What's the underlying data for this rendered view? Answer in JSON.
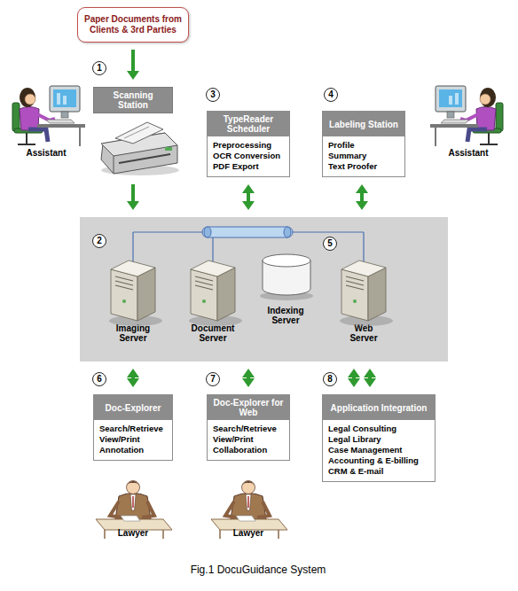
{
  "diagram": {
    "caption": "Fig.1 DocuGuidance System",
    "nodes": [
      {
        "text": [
          "Paper Documents from Clients & 3rd Parties"
        ]
      },
      {
        "text": [
          "Scanning Station"
        ]
      },
      {
        "text": [
          "TypeReader Scheduler",
          "Preprocessing",
          "OCR Conversion",
          "PDF Export"
        ]
      },
      {
        "text": [
          "Labeling Station",
          "Profile",
          "Summary",
          "Text Proofer"
        ]
      },
      {
        "text": [
          "2",
          "5"
        ]
      },
      {
        "text": [
          "Imaging Server"
        ],
        "in": 4
      },
      {
        "text": [
          "Document Server"
        ],
        "in": 4
      },
      {
        "text": [
          "Indexing Server"
        ],
        "in": 4
      },
      {
        "text": [
          "Web Server"
        ],
        "in": 4
      },
      {
        "text": [
          "Doc-Explorer",
          "Search/Retrieve",
          "View/Print",
          "Annotation"
        ]
      },
      {
        "text": [
          "Doc-Explorer for Web",
          "Search/Retrieve",
          "View/Print",
          "Collaboration"
        ]
      },
      {
        "text": [
          "Application Integration",
          "Legal Consulting",
          "Legal Library",
          "Case Management",
          "Accounting & E-billing",
          "CRM & E-mail"
        ]
      }
    ],
    "edges": [
      {
        "from": 0,
        "to": 1,
        "arrow": "to"
      },
      {
        "from": 1,
        "to": 4,
        "arrow": "to"
      },
      {
        "from": 2,
        "to": 4,
        "arrow": "both"
      },
      {
        "from": 3,
        "to": 4,
        "arrow": "both"
      },
      {
        "from": 4,
        "to": 9,
        "arrow": "both"
      },
      {
        "from": 4,
        "to": 10,
        "arrow": "both"
      },
      {
        "from": 4,
        "to": 11,
        "arrow": "both"
      },
      {
        "from": 4,
        "to": 11,
        "arrow": "both"
      }
    ],
    "labels": [
      "1",
      "Assistant",
      "3",
      "4",
      "Assistant",
      "6",
      "7",
      "8",
      "Lawyer",
      "Lawyer"
    ]
  }
}
